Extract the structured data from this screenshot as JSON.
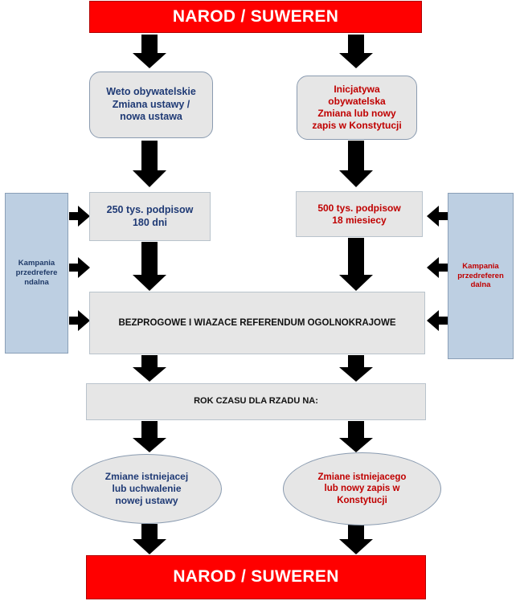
{
  "top_banner": "NAROD / SUWEREN",
  "bottom_banner": "NAROD / SUWEREN",
  "left_column": {
    "initiative": "Weto obywatelskie\nZmiana ustawy /\nnowa ustawa",
    "signatures": "250 tys. podpisow\n180 dni",
    "outcome": "Zmiane istniejacej\nlub uchwalenie\nnowej ustawy"
  },
  "right_column": {
    "initiative": "Inicjatywa\nobywatelska\nZmiana lub nowy\nzapis w Konstytucji",
    "signatures": "500 tys. podpisow\n18 miesiecy",
    "outcome": "Zmiane istniejacego\nlub nowy zapis w\nKonstytucji"
  },
  "left_campaign": "Kampania\nprzedrefere\nndalna",
  "right_campaign": "Kampania\nprzedreferen\ndalna",
  "referendum": "BEZPROGOWE I WIAZACE REFERENDUM OGOLNOKRAJOWE",
  "government_year": "ROK CZASU DLA RZADU NA:",
  "colors": {
    "banner": "#ff0000",
    "box": "#e6e6e6",
    "side": "#bdcfe2",
    "blue_text": "#1f3a75",
    "red_text": "#c00000"
  }
}
